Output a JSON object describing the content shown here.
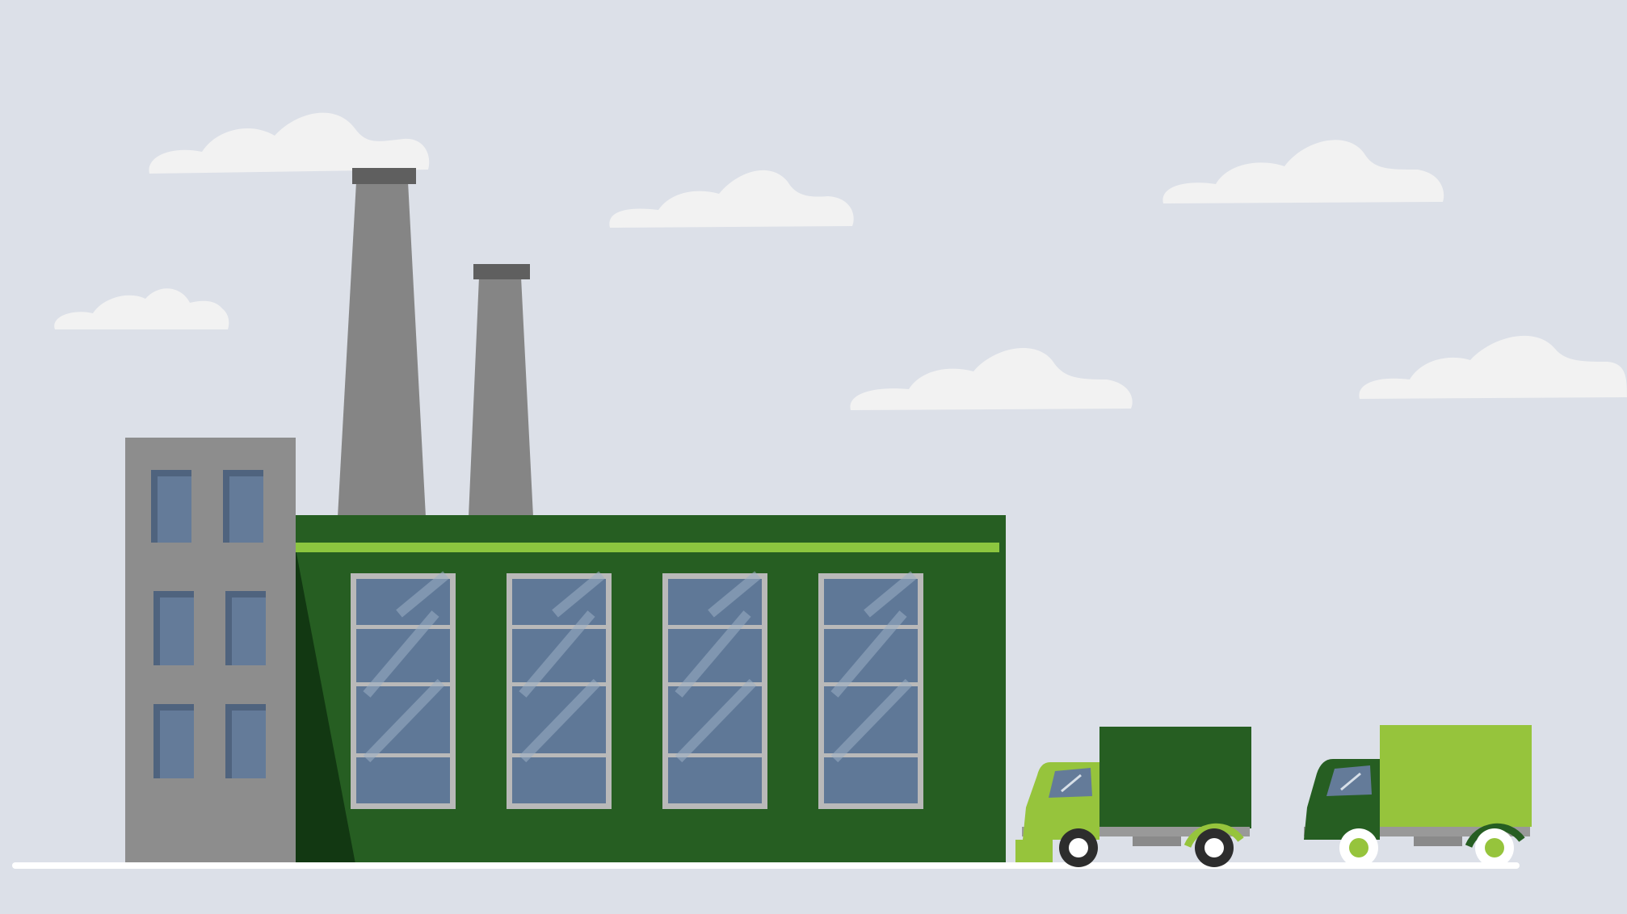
{
  "scene": {
    "colors": {
      "sky": "#dce0e8",
      "cloud": "#f2f2f2",
      "stack": "#858585",
      "stack_cap": "#5f5f5f",
      "office_building": "#8d8d8d",
      "office_window": "#647b99",
      "office_window_shade": "#4f637e",
      "factory_wall": "#265e22",
      "factory_shadow": "#123812",
      "factory_stripe": "#8cc63f",
      "factory_window_frame": "#b9b9b9",
      "factory_window_glass": "#5f7897",
      "glass_highlight": "#9aaec4",
      "ground": "#ffffff",
      "truck_light_green": "#96c43c",
      "truck_dark_green": "#265e22",
      "truck_chassis": "#999999",
      "wheel": "#2d2d2d"
    },
    "icons": [
      "cloud",
      "smokestack",
      "factory",
      "office-building",
      "delivery-truck"
    ]
  }
}
